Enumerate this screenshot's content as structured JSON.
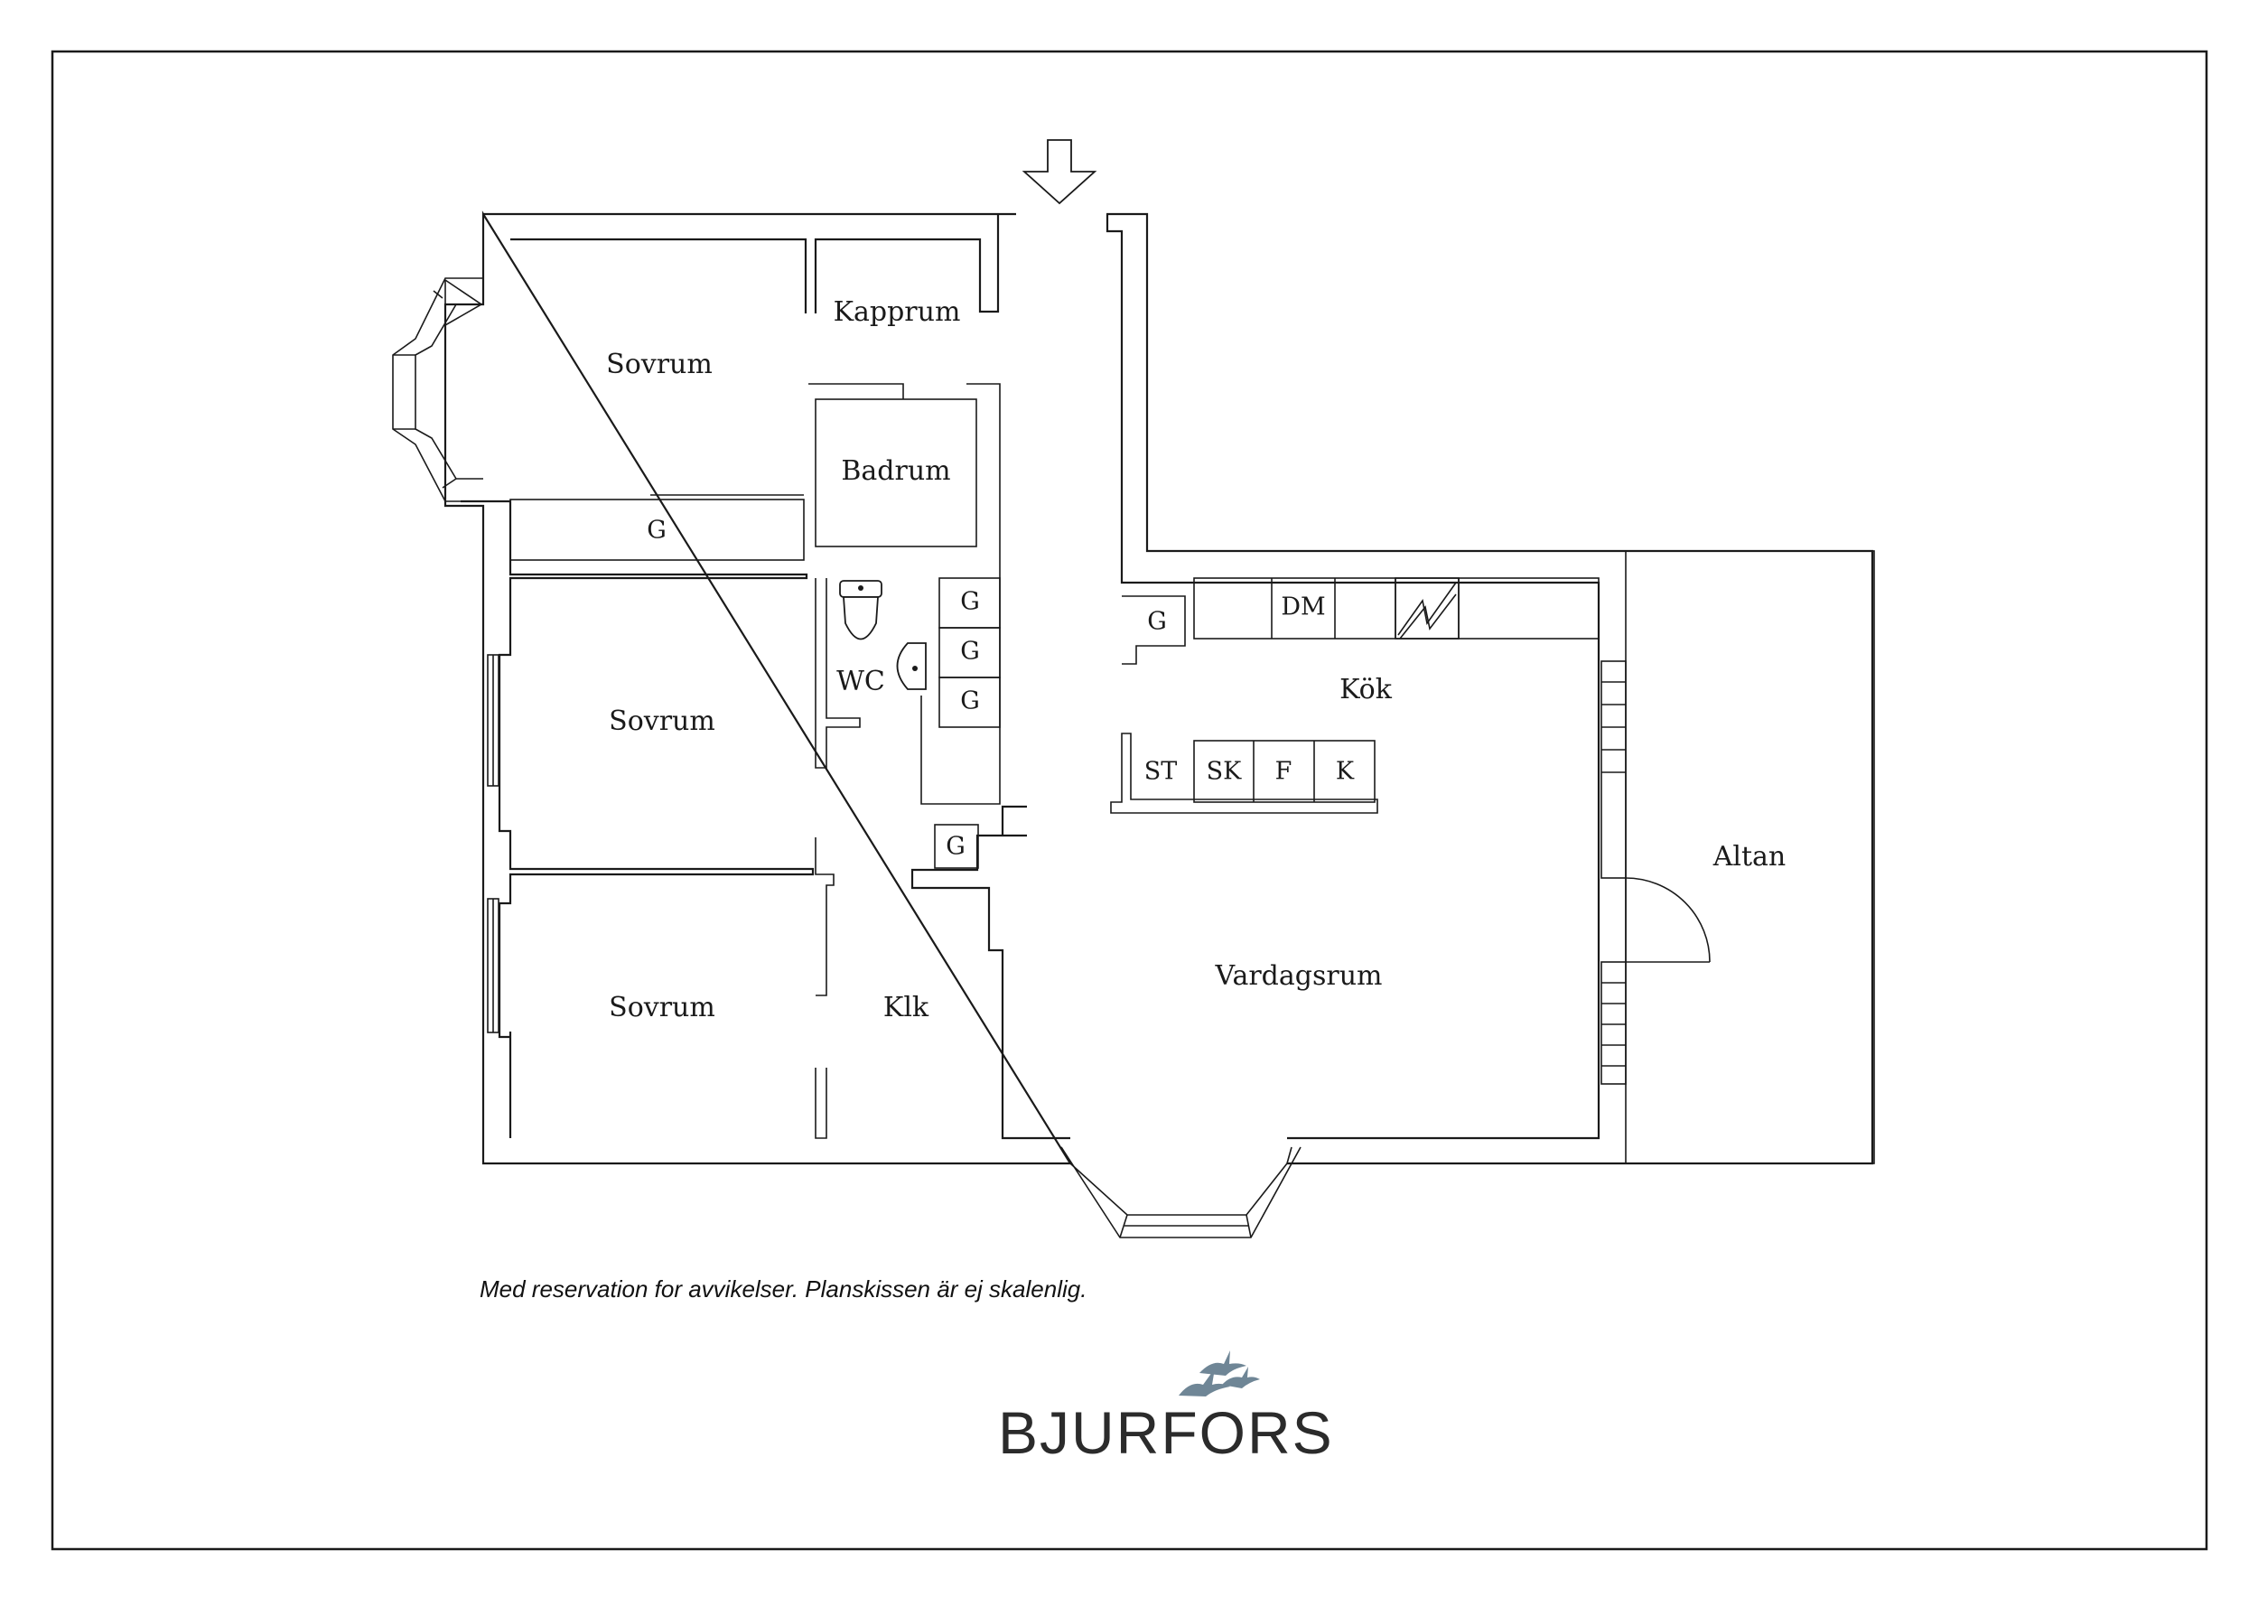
{
  "rooms": {
    "sovrum_1": "Sovrum",
    "kapprum": "Kapprum",
    "badrum": "Badrum",
    "garderob_hall": "G",
    "sovrum_2": "Sovrum",
    "wc": "WC",
    "garderob_1": "G",
    "garderob_2": "G",
    "garderob_3": "G",
    "garderob_kok": "G",
    "diskmaskin": "DM",
    "kok": "Kök",
    "spis": "ST",
    "skafferi": "SK",
    "frys": "F",
    "kyl": "K",
    "altan": "Altan",
    "garderob_klk": "G",
    "sovrum_3": "Sovrum",
    "klk": "Klk",
    "vardagsrum": "Vardagsrum"
  },
  "disclaimer": "Med reservation for avvikelser. Planskissen är ej skalenlig.",
  "brand": {
    "name": "BJURFORS",
    "color": "#2b2b2b",
    "bird_color": "#6f8696"
  },
  "icons": {
    "entrance": "entrance-arrow-icon",
    "toilet": "toilet-icon",
    "sink": "sink-icon",
    "hob": "stove-icon",
    "door": "door-swing-icon",
    "logo": "bird-logo-icon"
  }
}
